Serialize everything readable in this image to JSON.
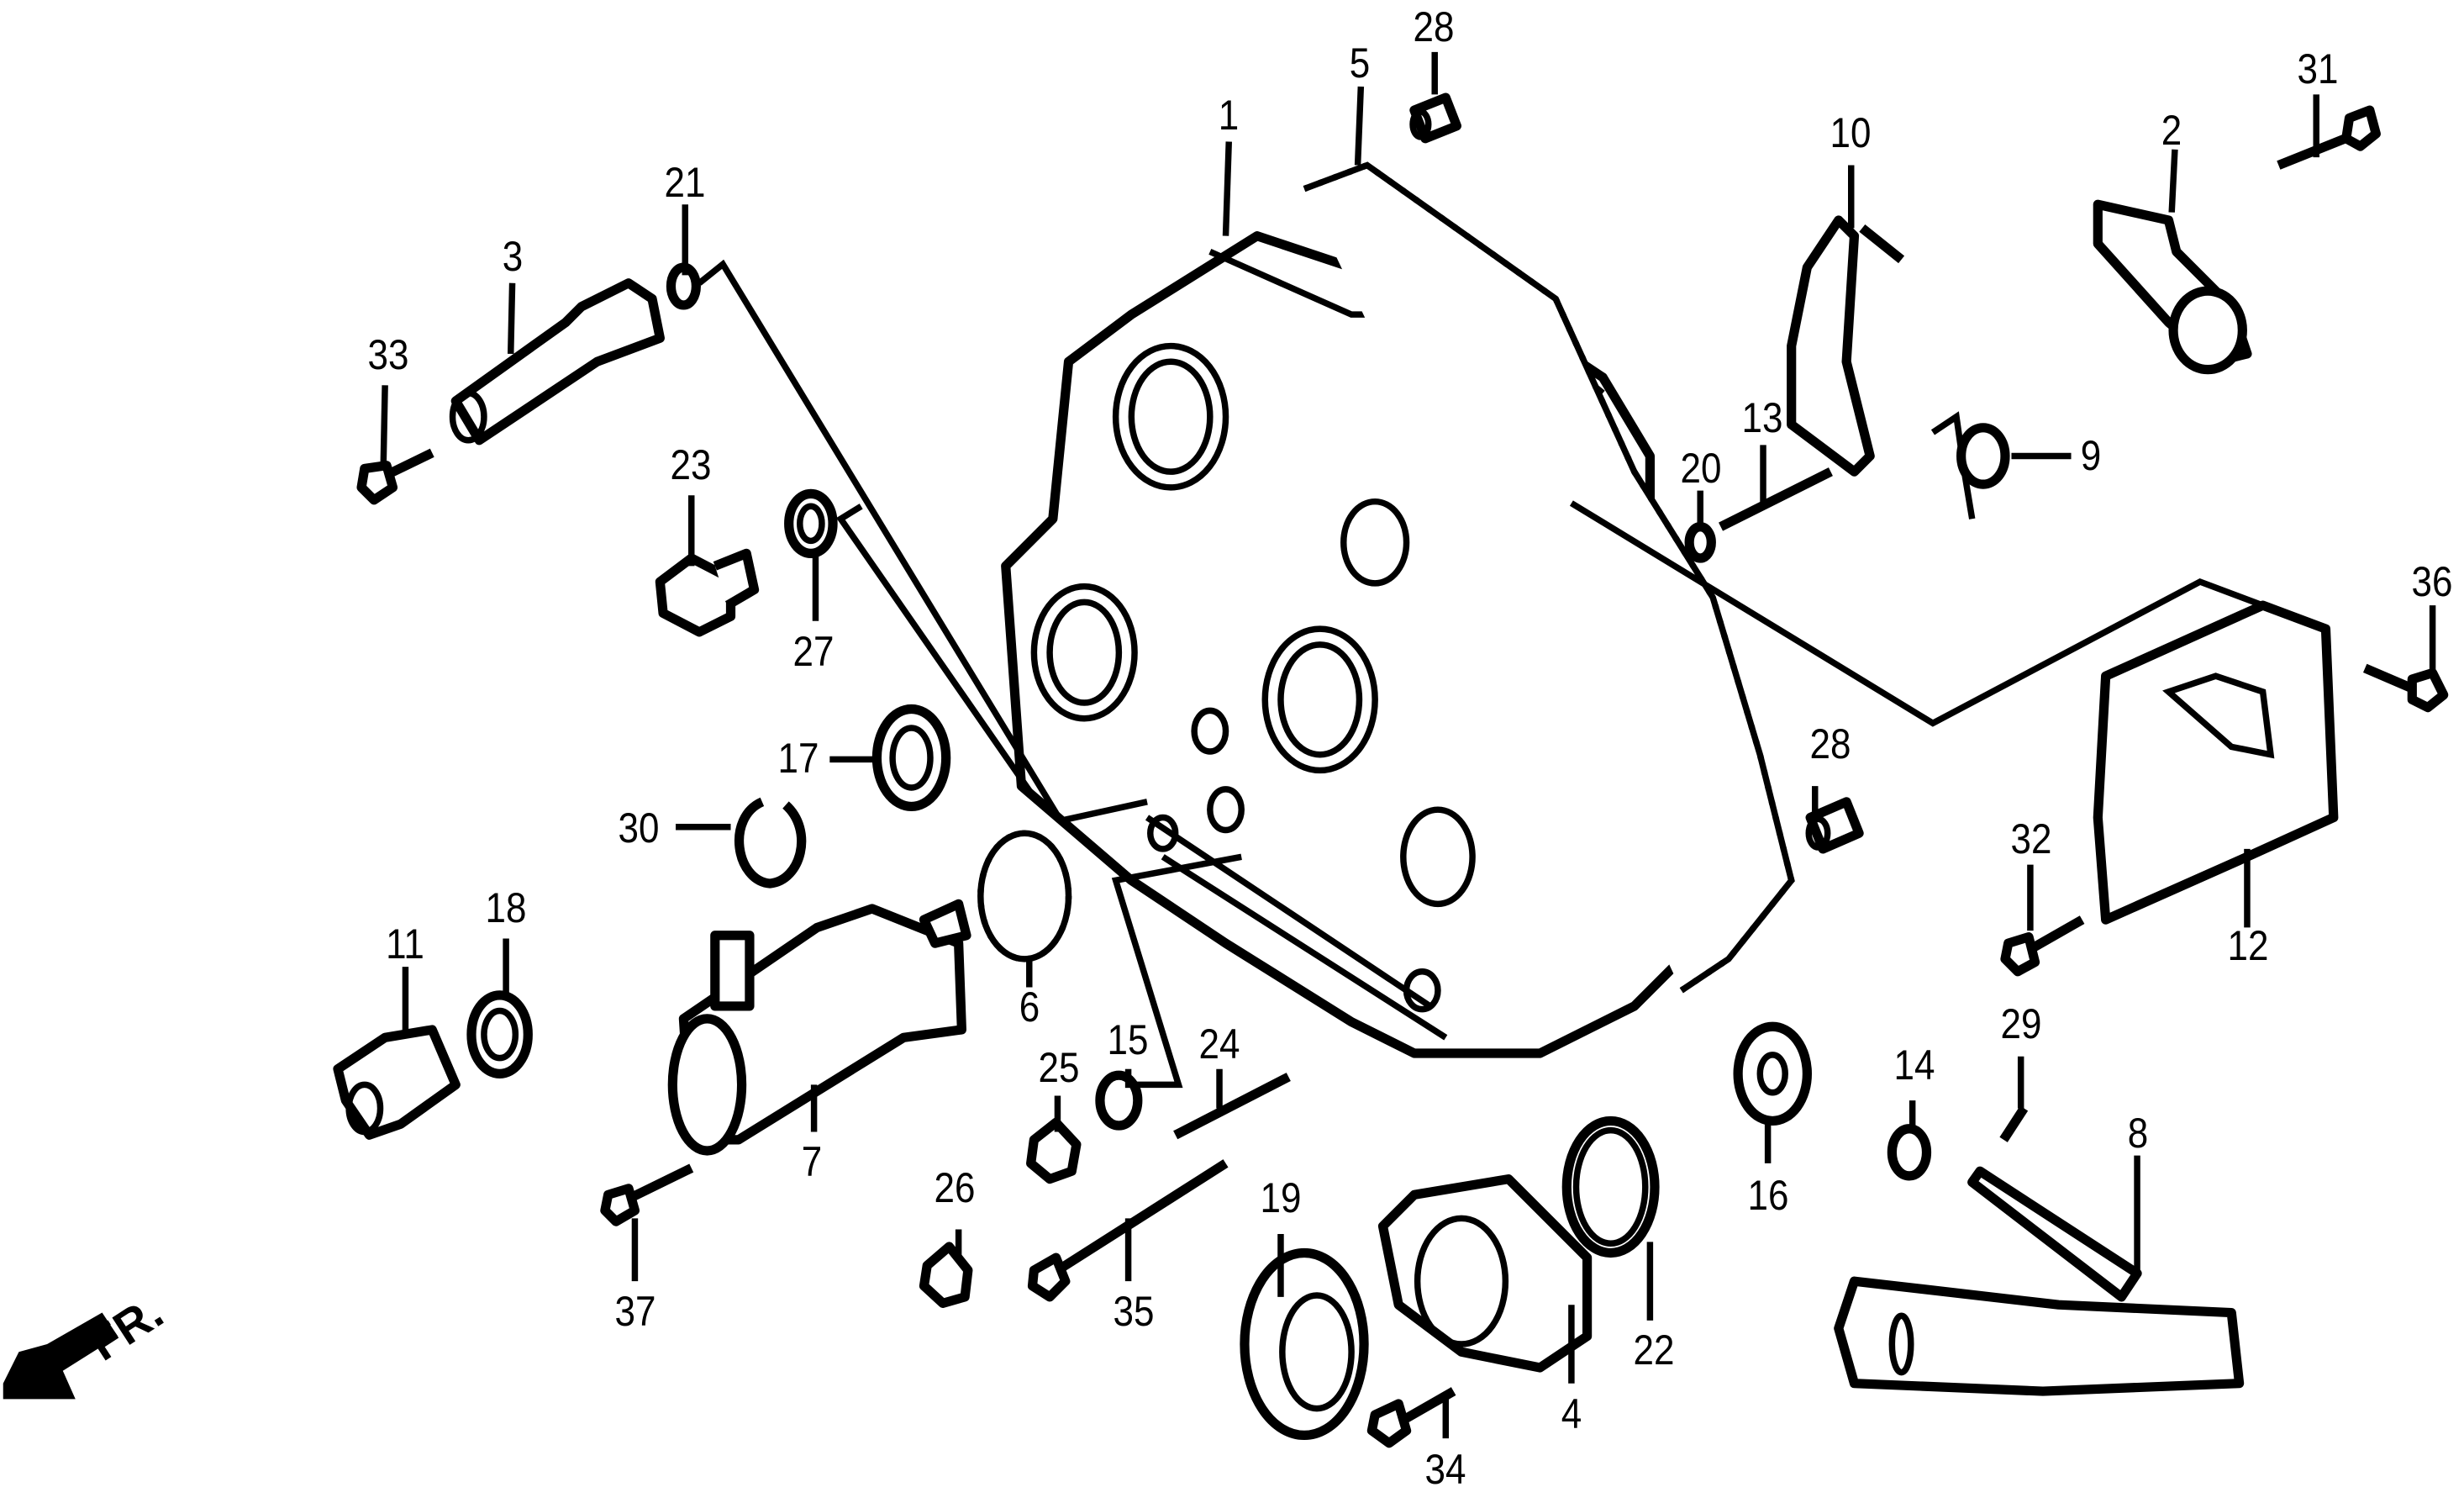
{
  "diagram": {
    "title": "Transmission case exploded view",
    "direction_marker": "FR.",
    "colors": {
      "ink": "#000000",
      "paper": "#ffffff"
    },
    "callouts": [
      {
        "id": "c1",
        "label": "1"
      },
      {
        "id": "c2",
        "label": "2"
      },
      {
        "id": "c3",
        "label": "3"
      },
      {
        "id": "c4",
        "label": "4"
      },
      {
        "id": "c5",
        "label": "5"
      },
      {
        "id": "c6",
        "label": "6"
      },
      {
        "id": "c7",
        "label": "7"
      },
      {
        "id": "c8",
        "label": "8"
      },
      {
        "id": "c9",
        "label": "9"
      },
      {
        "id": "c10",
        "label": "10"
      },
      {
        "id": "c11",
        "label": "11"
      },
      {
        "id": "c12",
        "label": "12"
      },
      {
        "id": "c13",
        "label": "13"
      },
      {
        "id": "c14",
        "label": "14"
      },
      {
        "id": "c15",
        "label": "15"
      },
      {
        "id": "c16",
        "label": "16"
      },
      {
        "id": "c17",
        "label": "17"
      },
      {
        "id": "c18",
        "label": "18"
      },
      {
        "id": "c19",
        "label": "19"
      },
      {
        "id": "c20",
        "label": "20"
      },
      {
        "id": "c21",
        "label": "21"
      },
      {
        "id": "c22",
        "label": "22"
      },
      {
        "id": "c23",
        "label": "23"
      },
      {
        "id": "c24",
        "label": "24"
      },
      {
        "id": "c25",
        "label": "25"
      },
      {
        "id": "c26",
        "label": "26"
      },
      {
        "id": "c27",
        "label": "27"
      },
      {
        "id": "c28a",
        "label": "28"
      },
      {
        "id": "c28b",
        "label": "28"
      },
      {
        "id": "c29",
        "label": "29"
      },
      {
        "id": "c30",
        "label": "30"
      },
      {
        "id": "c31",
        "label": "31"
      },
      {
        "id": "c32",
        "label": "32"
      },
      {
        "id": "c33",
        "label": "33"
      },
      {
        "id": "c34",
        "label": "34"
      },
      {
        "id": "c35",
        "label": "35"
      },
      {
        "id": "c36",
        "label": "36"
      },
      {
        "id": "c37",
        "label": "37"
      }
    ]
  }
}
